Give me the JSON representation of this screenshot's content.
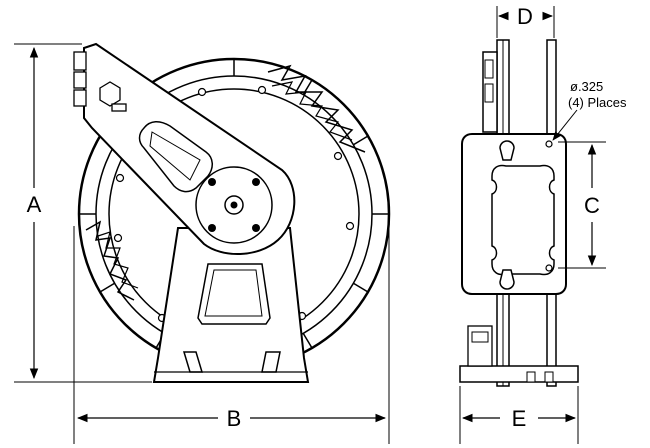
{
  "dimensions": {
    "a": "A",
    "b": "B",
    "c": "C",
    "d": "D",
    "e": "E"
  },
  "callout": {
    "hole_diameter": "ø.325",
    "places": "(4) Places"
  },
  "colors": {
    "line": "#000000",
    "part_fill": "#ffffff"
  }
}
